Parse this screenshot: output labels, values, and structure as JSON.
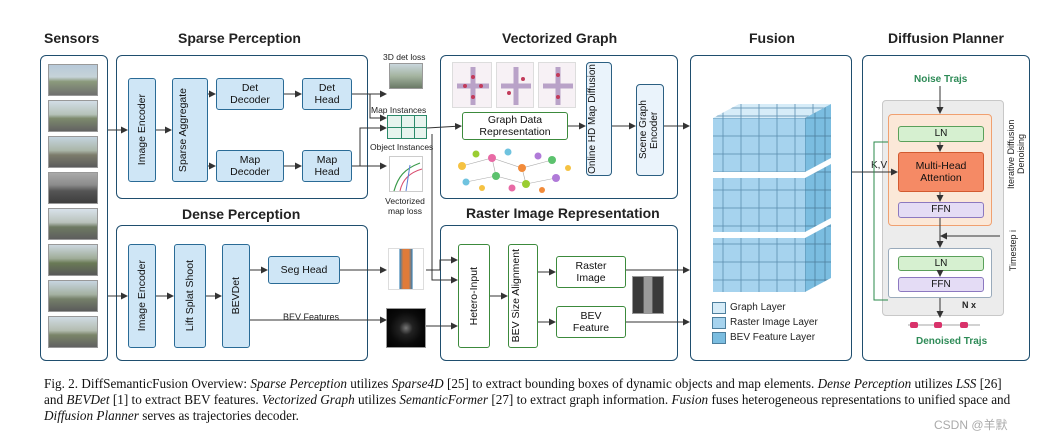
{
  "sections": {
    "sensors": "Sensors",
    "sparse": "Sparse Perception",
    "dense": "Dense Perception",
    "vectorized": "Vectorized Graph",
    "raster": "Raster Image Representation",
    "fusion": "Fusion",
    "diffusion": "Diffusion Planner"
  },
  "sparse_blocks": {
    "image_encoder": "Image Encoder",
    "sparse_aggregate": "Sparse Aggregate",
    "det_decoder": "Det Decoder",
    "det_head": "Det Head",
    "map_decoder": "Map Decoder",
    "map_head": "Map Head"
  },
  "sparse_labels": {
    "det_loss": "3D det loss",
    "map_instances": "Map Instances",
    "object_instances": "Object Instances",
    "map_loss": "Vectorized map loss"
  },
  "dense_blocks": {
    "image_encoder": "Image Encoder",
    "lss": "Lift Splat Shoot",
    "bevdet": "BEVDet",
    "seg_head": "Seg Head",
    "bev_features": "BEV Features"
  },
  "graph_blocks": {
    "graph_data": "Graph Data Representation",
    "online_hd_map": "Online HD Map Diffusion",
    "scene_graph": "Scene Graph Encoder"
  },
  "raster_blocks": {
    "hetero_input": "Hetero-Input",
    "bev_size": "BEV Size Alignment",
    "raster_image": "Raster Image",
    "bev_feature": "BEV Feature"
  },
  "fusion_legend": [
    "Graph Layer",
    "Raster Image Layer",
    "BEV Feature Layer"
  ],
  "planner": {
    "noise": "Noise Trajs",
    "ln1": "LN",
    "mha": "Multi-Head Attention",
    "ffn1": "FFN",
    "ln2": "LN",
    "ffn2": "FFN",
    "nx": "N x",
    "kv": "K,V",
    "iterative": "Iterative Diffusion Denoising",
    "timestep": "Timestep i",
    "denoised": "Denoised Trajs"
  },
  "colors": {
    "panel_border": "#1f4e6e",
    "block_fill": "#cfe6f6",
    "green_text": "#2e8b57",
    "ln_fill": "#d6f0d0",
    "mha_fill": "#f58a65",
    "ffn_fill": "#e4dcf5",
    "orange_box": "#fbe8d8"
  },
  "caption": {
    "p1": "Fig. 2.   DiffSemanticFusion Overview: ",
    "i1": "Sparse Perception",
    "p2": " utilizes ",
    "i2": "Sparse4D",
    "p3": " [25] to extract bounding boxes of dynamic objects and map elements. ",
    "i3": "Dense Perception",
    "p4": " utilizes ",
    "i4": "LSS",
    "p5": " [26] and ",
    "i5": "BEVDet",
    "p6": " [1] to extract BEV features. ",
    "i6": "Vectorized Graph",
    "p7": " utilizes ",
    "i7": "SemanticFormer",
    "p8": " [27] to extract graph information. ",
    "i8": "Fusion",
    "p9": " fuses heterogeneous representations to unified space and ",
    "i9": "Diffusion Planner",
    "p10": " serves as trajectories decoder."
  },
  "watermark": "CSDN @羊默"
}
